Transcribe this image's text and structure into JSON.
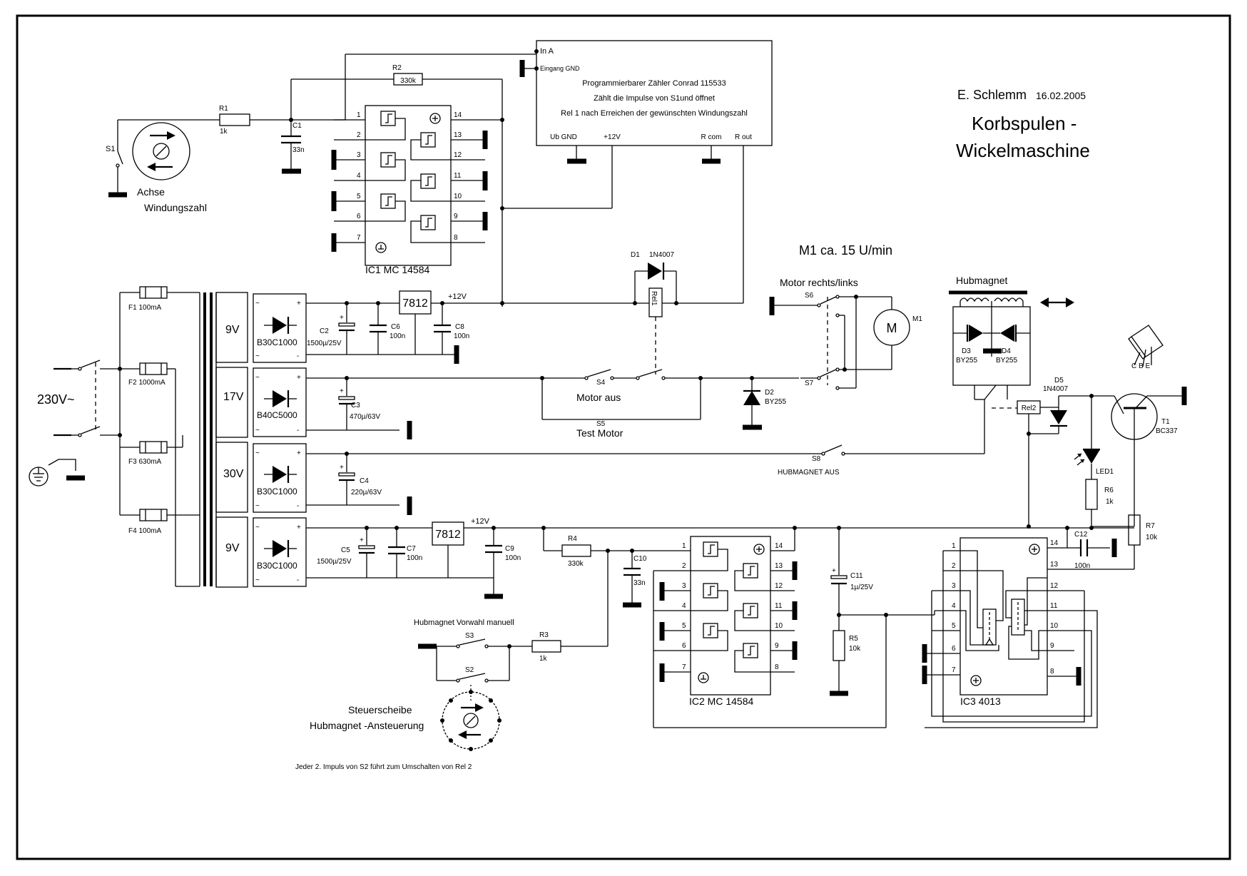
{
  "header": {
    "author": "E. Schlemm",
    "date": "16.02.2005",
    "title_line1": "Korbspulen -",
    "title_line2": "Wickelmaschine"
  },
  "counter": {
    "in_a": "In A",
    "eingang_gnd": "Eingang GND",
    "line1": "Programmierbarer Zähler Conrad 115533",
    "line2": "Zählt die Impulse von S1und öffnet",
    "line3": "Rel 1 nach Erreichen der gewünschten Windungszahl",
    "ub_gnd": "Ub GND",
    "plus12": "+12V",
    "r_com": "R com",
    "r_out": "R out"
  },
  "ic1": {
    "label": "IC1   MC 14584",
    "pins_left": [
      "1",
      "2",
      "3",
      "4",
      "5",
      "6",
      "7"
    ],
    "pins_right": [
      "14",
      "13",
      "12",
      "11",
      "10",
      "9",
      "8"
    ]
  },
  "ic2": {
    "label": "IC2   MC 14584",
    "pins_left": [
      "1",
      "2",
      "3",
      "4",
      "5",
      "6",
      "7"
    ],
    "pins_right": [
      "14",
      "13",
      "12",
      "11",
      "10",
      "9",
      "8"
    ]
  },
  "ic3": {
    "label": "IC3      4013",
    "pins_left": [
      "1",
      "2",
      "3",
      "4",
      "5",
      "6",
      "7"
    ],
    "pins_right": [
      "14",
      "13",
      "12",
      "11",
      "10",
      "9",
      "8"
    ]
  },
  "components": {
    "r1": "R1",
    "r1_val": "1k",
    "r2": "R2",
    "r2_val": "330k",
    "r3": "R3",
    "r3_val": "1k",
    "r4": "R4",
    "r4_val": "330k",
    "r5": "R5",
    "r5_val": "10k",
    "r6": "R6",
    "r6_val": "1k",
    "r7": "R7",
    "r7_val": "10k",
    "c1": "C1",
    "c1_val": "33n",
    "c2": "C2",
    "c2_val": "1500µ/25V",
    "c3": "C3",
    "c3_val": "470µ/63V",
    "c4": "C4",
    "c4_val": "220µ/63V",
    "c5": "C5",
    "c5_val": "1500µ/25V",
    "c6": "C6",
    "c6_val": "100n",
    "c7": "C7",
    "c7_val": "100n",
    "c8": "C8",
    "c8_val": "100n",
    "c9": "C9",
    "c9_val": "100n",
    "c10": "C10",
    "c10_val": "33n",
    "c11": "C11",
    "c11_val": "1µ/25V",
    "c12": "C12",
    "c12_val": "100n",
    "d1": "D1",
    "d1_val": "1N4007",
    "d2": "D2",
    "d2_val": "BY255",
    "d3": "D3",
    "d3_val": "BY255",
    "d4": "D4",
    "d4_val": "BY255",
    "d5": "D5",
    "d5_val": "1N4007",
    "led1": "LED1",
    "t1": "T1",
    "t1_val": "BC337",
    "cbe": "C B E",
    "rel1": "Rel1",
    "rel2": "Rel2",
    "reg_top": "7812",
    "reg_bottom": "7812",
    "plus12_top": "+12V",
    "plus12_bottom": "+12V",
    "m1": "M1",
    "m_symbol": "M"
  },
  "fuses": {
    "f1": "F1 100mA",
    "f2": "F2 1000mA",
    "f3": "F3 630mA",
    "f4": "F4 100mA"
  },
  "supply": {
    "mains": "230V~",
    "v1": "9V",
    "v2": "17V",
    "v3": "30V",
    "v4": "9V",
    "b1": "B30C1000",
    "b2": "B40C5000",
    "b3": "B30C1000",
    "b4": "B30C1000"
  },
  "switches": {
    "s1": "S1",
    "s2": "S2",
    "s3": "S3",
    "s4": "S4",
    "s5": "S5",
    "s6": "S6",
    "s7": "S7",
    "s8": "S8",
    "motor_aus": "Motor aus",
    "test_motor": "Test  Motor",
    "hubmagnet_aus": "HUBMAGNET AUS",
    "motor_rl": "Motor rechts/links"
  },
  "notes": {
    "achse": "Achse",
    "windungszahl": "Windungszahl",
    "motor_speed": "M1 ca. 15 U/min",
    "hubmagnet": "Hubmagnet",
    "vorwahl": "Hubmagnet Vorwahl manuell",
    "steuerscheibe": "Steuerscheibe",
    "ansteuerung": "Hubmagnet -Ansteuerung",
    "footer": "Jeder 2. Impuls von S2 führt zum Umschalten von Rel 2"
  }
}
